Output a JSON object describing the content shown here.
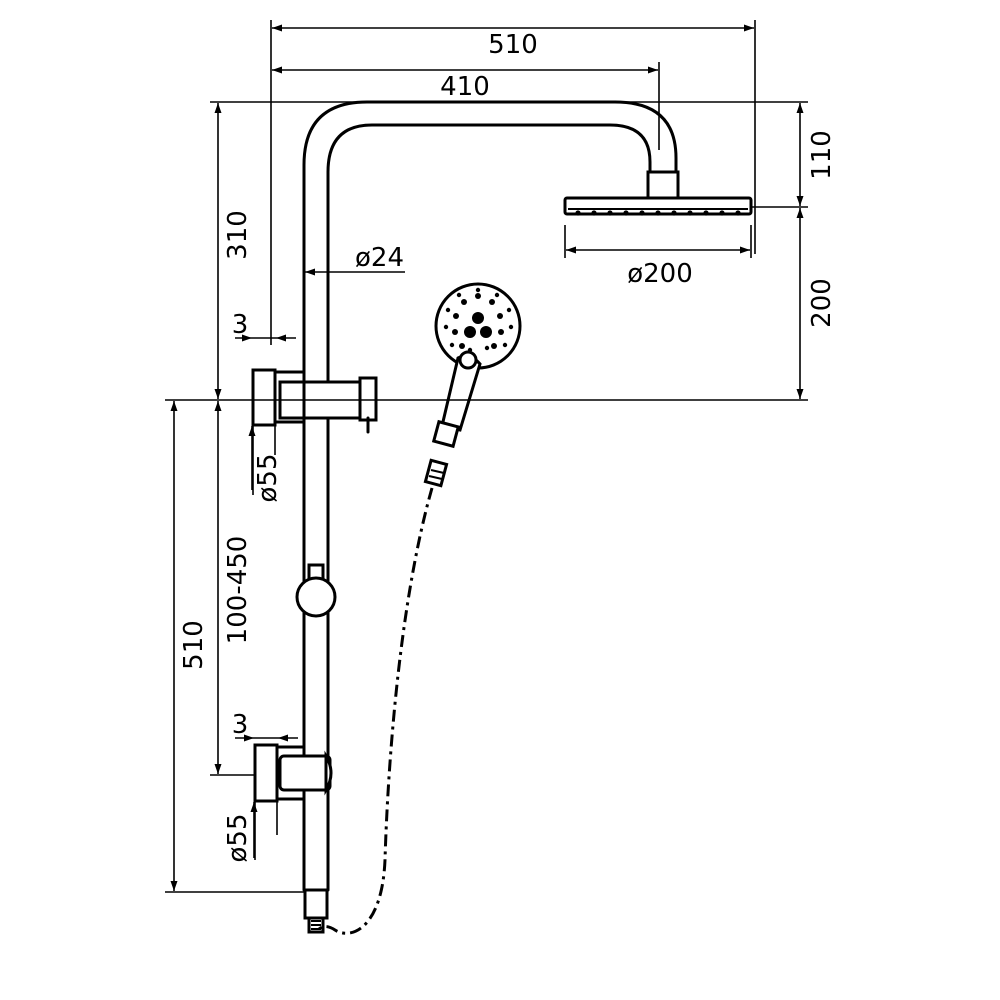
{
  "dimensions": {
    "total_width": "510",
    "arm_reach": "410",
    "head_height": "110",
    "bracket_drop": "200",
    "riser_upper": "310",
    "pipe_diameter": "ø24",
    "head_diameter": "ø200",
    "bracket_gap_top": "3",
    "bracket_diameter_top": "ø55",
    "bracket_spacing": "100-450",
    "riser_lower": "510",
    "bracket_gap_bottom": "3",
    "bracket_diameter_bottom": "ø55"
  },
  "colors": {
    "line": "#000000",
    "background": "#ffffff"
  }
}
